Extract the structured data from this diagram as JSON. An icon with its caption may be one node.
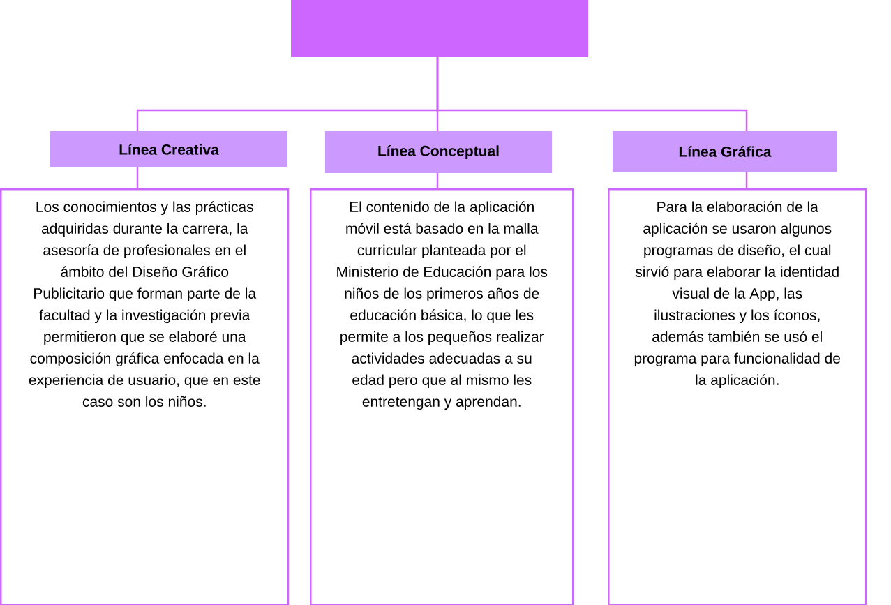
{
  "diagram": {
    "nodes": [
      {
        "text": [],
        "shape": "box"
      },
      {
        "text": [
          "Línea Creativa"
        ]
      },
      {
        "text": [
          "Línea Conceptual"
        ]
      },
      {
        "text": [
          "Línea Gráfica"
        ]
      },
      {
        "text": [
          "Los conocimientos y las prácticas adquiridas durante la carrera, la asesoría de profesionales en el ámbito del Diseño Gráfico Publicitario que forman parte de la facultad y la investigación previa permitieron que se elaboré una composición gráfica enfocada en la experiencia de usuario, que en este caso son los niños."
        ]
      },
      {
        "text": [
          "El contenido de la aplicación móvil está basado en la malla curricular planteada por el Ministerio de Educación para los niños de los primeros años de educación básica, lo que les permite a los pequeños realizar actividades adecuadas a su edad pero que al mismo les entretengan y aprendan."
        ]
      },
      {
        "text": [
          "Para la elaboración de la aplicación se usaron algunos programas de diseño, el cual sirvió para elaborar la identidad visual de la App, las ilustraciones y los íconos, además también se usó el programa para funcionalidad de la aplicación."
        ]
      }
    ],
    "edges": [
      {
        "from": 0,
        "to": 1,
        "arrow": "none"
      },
      {
        "from": 0,
        "to": 2,
        "arrow": "none"
      },
      {
        "from": 0,
        "to": 3,
        "arrow": "none"
      },
      {
        "from": 1,
        "to": 4,
        "arrow": "none"
      },
      {
        "from": 2,
        "to": 5,
        "arrow": "none"
      },
      {
        "from": 3,
        "to": 6,
        "arrow": "none"
      }
    ]
  }
}
